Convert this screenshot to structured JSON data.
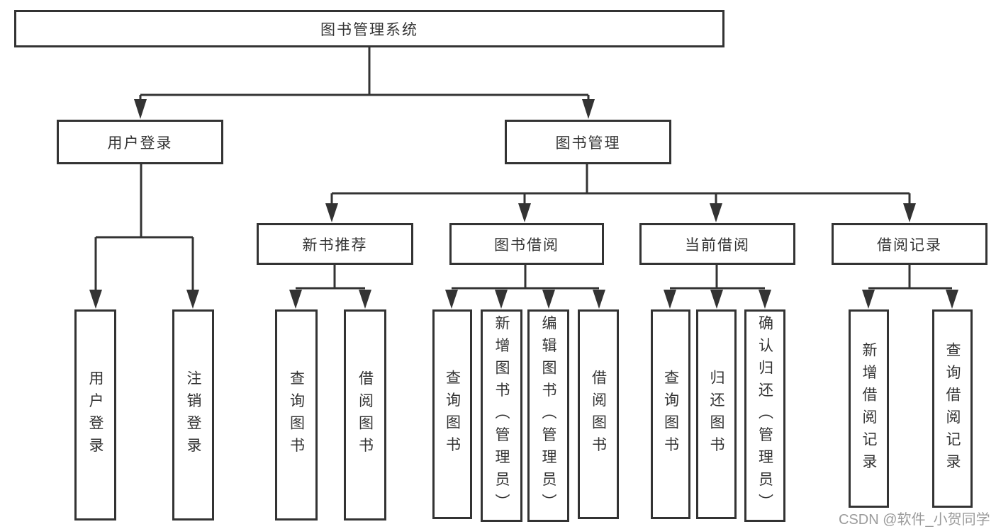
{
  "tree": {
    "root": {
      "label": "图书管理系统"
    },
    "user_login": {
      "label": "用户登录",
      "children": [
        {
          "label": "用户登录"
        },
        {
          "label": "注销登录"
        }
      ]
    },
    "book_mgmt": {
      "label": "图书管理",
      "children": [
        {
          "label": "新书推荐",
          "children": [
            {
              "label": "查询图书"
            },
            {
              "label": "借阅图书"
            }
          ]
        },
        {
          "label": "图书借阅",
          "children": [
            {
              "label": "查询图书"
            },
            {
              "label": "新增图书（管理员）"
            },
            {
              "label": "编辑图书（管理员）"
            },
            {
              "label": "借阅图书"
            }
          ]
        },
        {
          "label": "当前借阅",
          "children": [
            {
              "label": "查询图书"
            },
            {
              "label": "归还图书"
            },
            {
              "label": "确认归还（管理员）"
            }
          ]
        },
        {
          "label": "借阅记录",
          "children": [
            {
              "label": "新增借阅记录"
            },
            {
              "label": "查询借阅记录"
            }
          ]
        }
      ]
    }
  },
  "watermark": "CSDN @软件_小贺同学",
  "colors": {
    "line": "#333333",
    "text": "#333333",
    "watermark": "#9b9b9b",
    "background": "#ffffff"
  }
}
